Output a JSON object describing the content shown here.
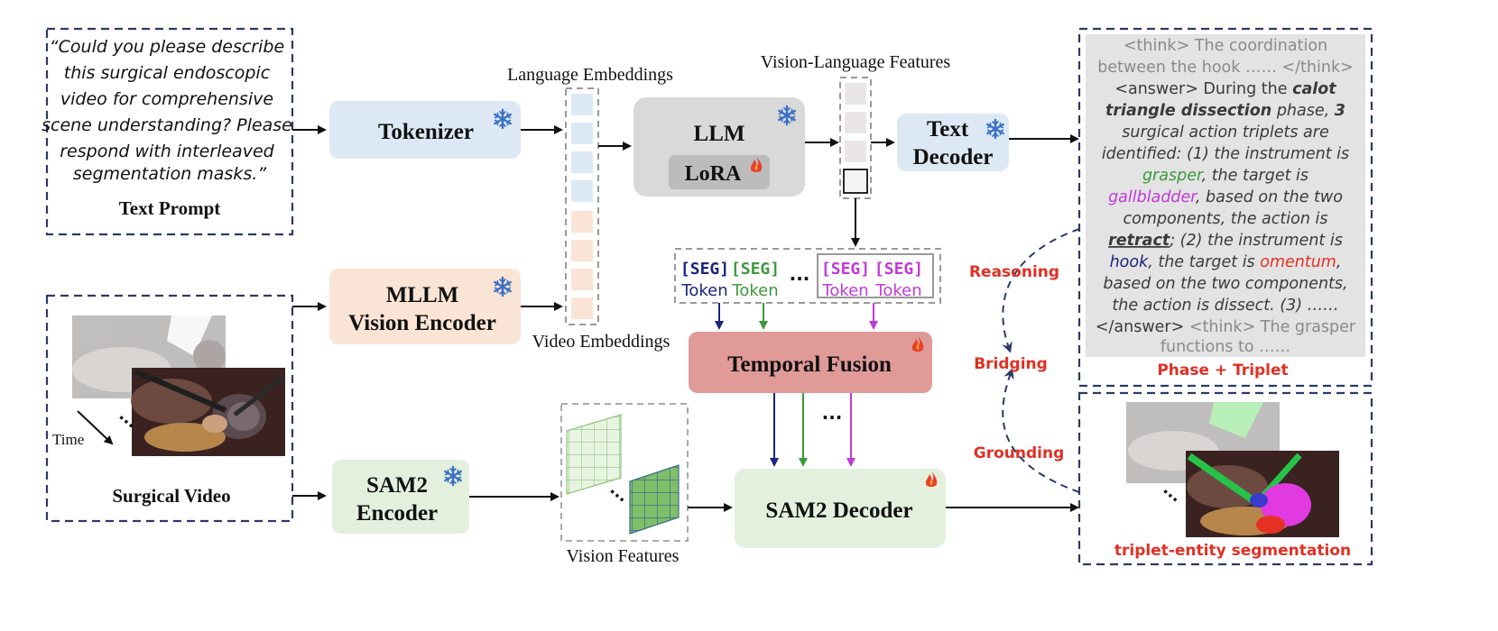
{
  "colors": {
    "tokenizer_fill": "#dce9f5",
    "mllm_fill": "#f9e4d6",
    "sam2_fill": "#e3f0dd",
    "llm_fill": "#d9d9d9",
    "lora_fill": "#bcbcbc",
    "temporal_fill": "#e09a98",
    "text_decoder_fill": "#dce9f5",
    "dashed_border": "#2b3a66",
    "red_label": "#e03024",
    "snowflake": "#3a6fc4",
    "seg_navy": "#1a237e",
    "seg_green": "#3c9a3c",
    "seg_purple": "#c03ad8",
    "output_bg": "#e3e3e3"
  },
  "text_prompt": {
    "lines": [
      "“Could you please describe",
      "this surgical endoscopic",
      "video for comprehensive",
      "scene understanding? Please",
      "respond with interleaved",
      "segmentation masks.”"
    ],
    "caption": "Text Prompt"
  },
  "surgical_video": {
    "time_label": "Time",
    "caption": "Surgical Video"
  },
  "modules": {
    "tokenizer": "Tokenizer",
    "mllm_line1": "MLLM",
    "mllm_line2": "Vision Encoder",
    "sam2enc_line1": "SAM2",
    "sam2enc_line2": "Encoder",
    "llm": "LLM",
    "lora": "LoRA",
    "text_decoder_line1": "Text",
    "text_decoder_line2": "Decoder",
    "temporal_fusion": "Temporal Fusion",
    "sam2_decoder": "SAM2 Decoder"
  },
  "labels": {
    "language_embeddings": "Language Embeddings",
    "video_embeddings": "Video Embeddings",
    "vision_language_features": "Vision-Language Features",
    "vision_features": "Vision Features",
    "ellipsis": "…",
    "ellipsis_dots": "···"
  },
  "seg_tokens": [
    {
      "top": "[SEG]",
      "bottom": "Token",
      "color": "#1a237e"
    },
    {
      "top": "[SEG]",
      "bottom": "Token",
      "color": "#3c9a3c"
    },
    {
      "top": "[SEG]",
      "bottom": "Token",
      "color": "#c03ad8"
    },
    {
      "top": "[SEG]",
      "bottom": "Token",
      "color": "#c03ad8"
    }
  ],
  "bridge": {
    "reasoning": "Reasoning",
    "bridging": "Bridging",
    "grounding": "Grounding"
  },
  "output_text": {
    "l1": "<think> The coordination",
    "l2": "between the hook …… </think>",
    "l3a": "<answer> During the ",
    "l3b": "calot",
    "l4a": "triangle dissection",
    "l4b": " phase, ",
    "l4c": "3",
    "l5": "surgical action triplets are",
    "l6": "identified: (1) the instrument is",
    "l7a": "grasper",
    "l7b": ", the target is",
    "l8a": "gallbladder",
    "l8b": ", based on the two",
    "l9": "components, the action is",
    "l10a": "retract",
    "l10b": "; (2) the instrument is",
    "l11a": "hook",
    "l11b": ", the target is ",
    "l11c": "omentum",
    "l11d": ",",
    "l12": "based on the two components,",
    "l13": "the action is dissect. (3) ……",
    "l14a": "</answer> ",
    "l14b": "<think>",
    "l14c": " The grasper",
    "l15": "functions to ……",
    "caption": "Phase + Triplet"
  },
  "output_seg_caption": "triplet-entity segmentation"
}
